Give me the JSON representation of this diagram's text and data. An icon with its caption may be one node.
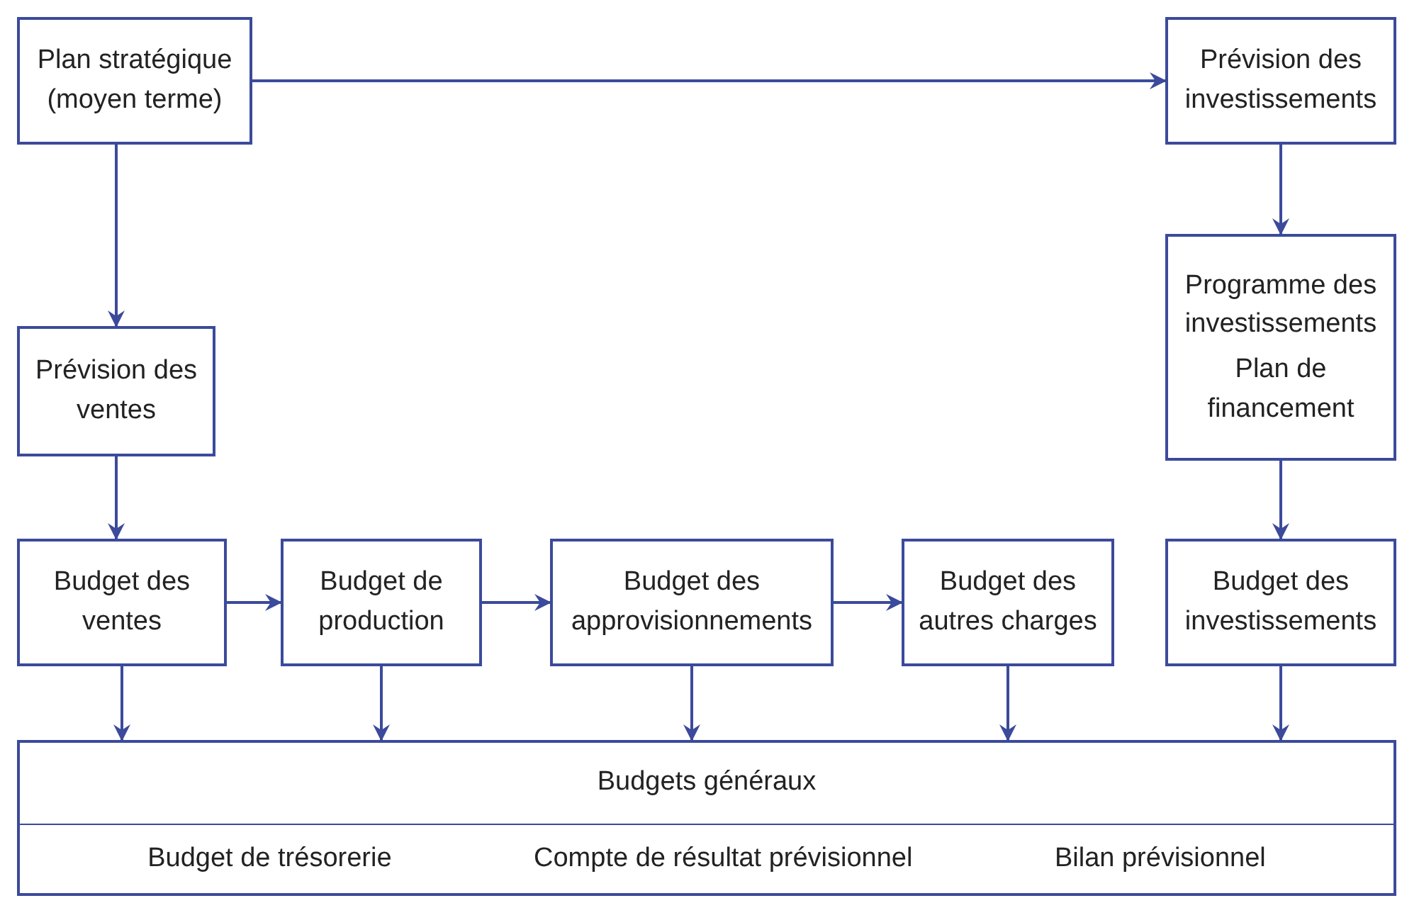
{
  "diagram": {
    "nodes": [
      {
        "text": [
          "Plan stratégique (moyen terme)"
        ]
      },
      {
        "text": [
          "Prévision des investissements"
        ]
      },
      {
        "text": [
          "Programme des investissements",
          "Plan de financement"
        ]
      },
      {
        "text": [
          "Prévision des ventes"
        ]
      },
      {
        "text": [
          "Budget des ventes"
        ]
      },
      {
        "text": [
          "Budget de production"
        ]
      },
      {
        "text": [
          "Budget des approvisionnements"
        ]
      },
      {
        "text": [
          "Budget des autres charges"
        ]
      },
      {
        "text": [
          "Budget des investissements"
        ]
      },
      {
        "text": [
          "Budgets généraux",
          "Budget de trésorerie",
          "Compte de résultat prévisionnel",
          "Bilan prévisionnel"
        ]
      }
    ],
    "edges": [
      {
        "from": 0,
        "to": 1,
        "arrow": "to"
      },
      {
        "from": 0,
        "to": 3,
        "arrow": "to"
      },
      {
        "from": 1,
        "to": 2,
        "arrow": "to"
      },
      {
        "from": 3,
        "to": 4,
        "arrow": "to"
      },
      {
        "from": 4,
        "to": 5,
        "arrow": "to"
      },
      {
        "from": 5,
        "to": 6,
        "arrow": "to"
      },
      {
        "from": 6,
        "to": 7,
        "arrow": "to"
      },
      {
        "from": 2,
        "to": 8,
        "arrow": "to"
      },
      {
        "from": 4,
        "to": 9,
        "arrow": "to"
      },
      {
        "from": 5,
        "to": 9,
        "arrow": "to"
      },
      {
        "from": 6,
        "to": 9,
        "arrow": "to"
      },
      {
        "from": 7,
        "to": 9,
        "arrow": "to"
      },
      {
        "from": 8,
        "to": 9,
        "arrow": "to"
      }
    ]
  }
}
